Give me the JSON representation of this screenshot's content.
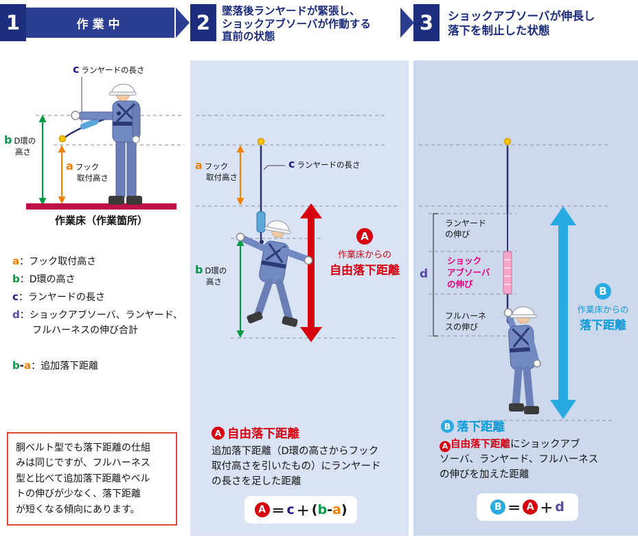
{
  "steps": [
    {
      "num": "1",
      "title": "作業中"
    },
    {
      "num": "2",
      "lines": [
        "墜落後ランヤードが緊張し、",
        "ショックアブソーバが作動する",
        "直前の状態"
      ]
    },
    {
      "num": "3",
      "lines": [
        "ショックアブソーバが伸長し",
        "落下を制止した状態"
      ]
    }
  ],
  "panel1": {
    "lanyard_label": {
      "v": "c",
      "text": "ランヤードの長さ"
    },
    "dring_label": {
      "v": "b",
      "line1": "D環の",
      "line2": "高さ"
    },
    "hook_label": {
      "v": "a",
      "line1": "フック",
      "line2": "取付高さ"
    },
    "floor_label": "作業床（作業箇所）",
    "legend_a": {
      "v": "a",
      "text": "：フック取付高さ"
    },
    "legend_b": {
      "v": "b",
      "text": "：D環の高さ"
    },
    "legend_c": {
      "v": "c",
      "text": "：ランヤードの長さ"
    },
    "legend_d": {
      "v": "d",
      "text": "：ショックアブソーバ、ランヤード、",
      "text2": "フルハーネスの伸び合計"
    },
    "legend_ba": {
      "v1": "b",
      "dash": "-",
      "v2": "a",
      "text": "：追加落下距離"
    },
    "note_lines": [
      "胴ベルト型でも落下距離の仕組",
      "みは同じですが、フルハーネス",
      "型と比べて追加落下距離やベル",
      "トの伸びが少なく、落下距離",
      "が短くなる傾向にあります。"
    ]
  },
  "panel2": {
    "hook_label": {
      "v": "a",
      "line1": "フック",
      "line2": "取付高さ"
    },
    "lanyard_label": {
      "v": "c",
      "text": "ランヤードの長さ"
    },
    "dring_label": {
      "v": "b",
      "line1": "D環の",
      "line2": "高さ"
    },
    "arrow_label": {
      "badge": "A",
      "line1": "作業床からの",
      "line2": "自由落下距離"
    },
    "caption_badge": "A",
    "caption_title": "自由落下距離",
    "caption_lines": [
      "追加落下距離（D環の高さからフック",
      "取付高さを引いたもの）にランヤード",
      "の長さを足した距離"
    ],
    "formula": {
      "lhs": "A",
      "eq": "＝",
      "t_c": "c",
      "plus": "＋",
      "open": "(",
      "t_b": "b",
      "minus": "-",
      "t_a": "a",
      "close": ")"
    }
  },
  "panel3": {
    "stretch_lanyard": [
      "ランヤード",
      "の伸び"
    ],
    "stretch_absorber": [
      "ショック",
      "アブソーバ",
      "の伸び"
    ],
    "stretch_harness": [
      "フルハーネ",
      "スの伸び"
    ],
    "d_label": "d",
    "arrow_label": {
      "badge": "B",
      "line1": "作業床からの",
      "line2": "落下距離"
    },
    "caption_badge": "B",
    "caption_title": "落下距離",
    "caption_line1": {
      "badge": "A",
      "red": "自由落下距離",
      "rest": "にショックアブ"
    },
    "caption_lines_rest": [
      "ソーバ、ランヤード、フルハーネス",
      "の伸びを加えた距離"
    ],
    "formula": {
      "lhs": "B",
      "eq": "＝",
      "rhs": "A",
      "plus": "＋",
      "t_d": "d"
    }
  }
}
